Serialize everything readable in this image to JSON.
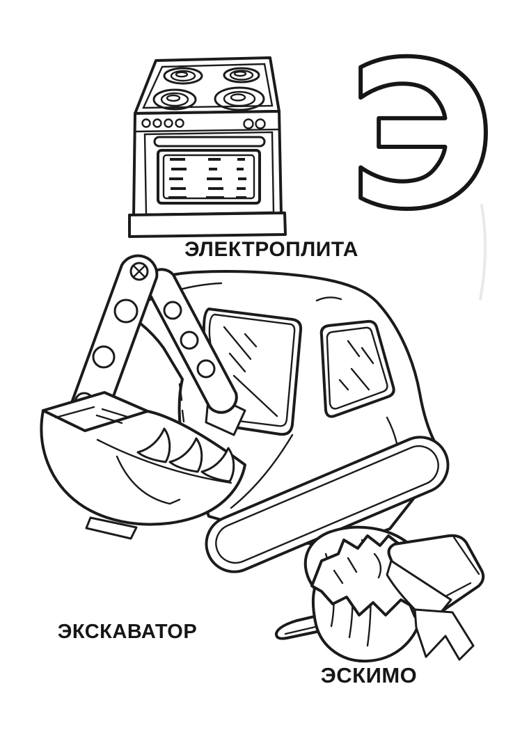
{
  "page": {
    "background_color": "#ffffff",
    "ink_color": "#1b1b1b"
  },
  "letter": {
    "char": "Э"
  },
  "captions": {
    "stove": "ЭЛЕКТРОПЛИТА",
    "excavator": "ЭКСКАВАТОР",
    "ice_cream": "ЭСКИМО"
  }
}
